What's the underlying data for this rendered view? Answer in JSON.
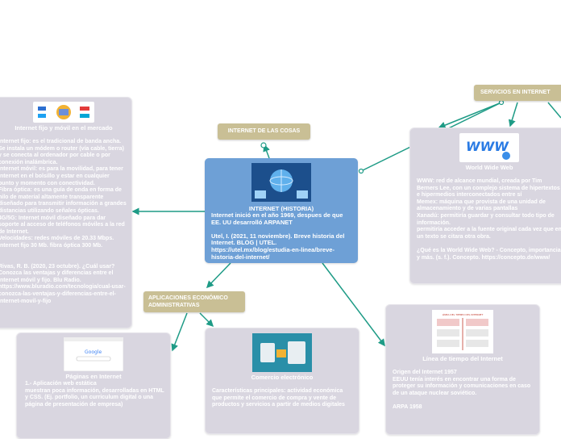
{
  "colors": {
    "accent_teal": "#1e9b86",
    "central_blue": "#6ea0d6",
    "card_gray": "#d9d6e0",
    "pill_tan": "#c9bf95"
  },
  "central": {
    "title": "INTERNET (HISTORIA)",
    "body": "Internet inició en el año 1969, despues de que EE. UU desarrolló ARPANET\n\nUtel, I. (2021, 11 noviembre). Breve historia del Internet. BLOG | UTEL. https://utel.mx/blog/estudia-en-linea/breve-historia-del-internet/"
  },
  "topics": {
    "internet_cosas": "INTERNET DE LAS COSAS",
    "servicios": "SERVICIOS EN INTERNET",
    "aplicaciones": "APLICACIONES ECONÓMICO ADMINISTRATIVAS"
  },
  "left_card": {
    "title": "Internet fijo y móvil en el mercado",
    "icon": "isp-logos-icon",
    "body": "Internet fijo:  es el tradicional de banda ancha. Se instala un módem o router (vía cable, tierra) y se conecta al ordenador por cable o por conexión inalámbrica.\nInternet móvil: es para la movilidad, para tener Internet en el bolsillo y estar en cualquier punto y momento con conectividad.\nFibra óptica:  es una guía de onda en forma de hilo de material altamente transparente diseñado para transmitir información a grandes distancias utilizando señales ópticas.\n4G/5G: Internet móvil diseñado para dar soporte al acceso de teléfonos móviles a la red de Internet.\nVelocidades: redes móviles de 20.33 Mbps. Internet fijo 30 Mb. fibra óptica 300 Mb.\n\n\nRivas, R. B. (2020, 23 octubre). ¿Cuál usar? Conozca las ventajas y diferencias entre el Internet móvil y fijo. Blu Radio. https://www.bluradio.com/tecnologia/cual-usar-conozca-las-ventajas-y-diferencias-entre-el-internet-movil-y-fijo"
  },
  "www_card": {
    "title": "World Wide Web",
    "icon": "www-globe-icon",
    "body": "WWW: red de alcance mundial, creada por Tim Berners Lee, con un complejo sistema de hipertextos e hipermedios interconectados entre sí\nMemex: máquina que provista de una unidad de almacenamiento y de varias pantallas\nXanadú: permitiría guardar y consultar todo tipo de información.\npermitiría acceder a la fuente original cada vez que en un texto se citara otra obra.\n\n¿Qué es la World Wide Web? - Concepto, importancia y más. (s. f.). Concepto. https://concepto.de/www/"
  },
  "timeline_card": {
    "title": "Línea de tiempo del Internet",
    "icon": "timeline-document-icon",
    "thumb_caption": "LÍNEA DEL TIEMPO DEL INTERNET",
    "body": "Origen del Internet 1957\nEEUU tenía interés en encontrar una forma de proteger su información y comunicaciones en caso de un ataque nuclear soviético.\n\nARPA 1958"
  },
  "paginas_card": {
    "title": "Páginas en Internet",
    "icon": "google-page-icon",
    "body": "1.- Aplicación web estática\nmuestran poca información, desarrolladas en HTML y CSS. (Ej. portfolio, un curriculum digital o una página de presentación de empresa)"
  },
  "comercio_card": {
    "title": "Comercio electrónico",
    "icon": "ecommerce-icon",
    "body": "Características principales: actividad económica que permite el comercio de compra y vente de productos y servicios a partir de medios digitales"
  }
}
